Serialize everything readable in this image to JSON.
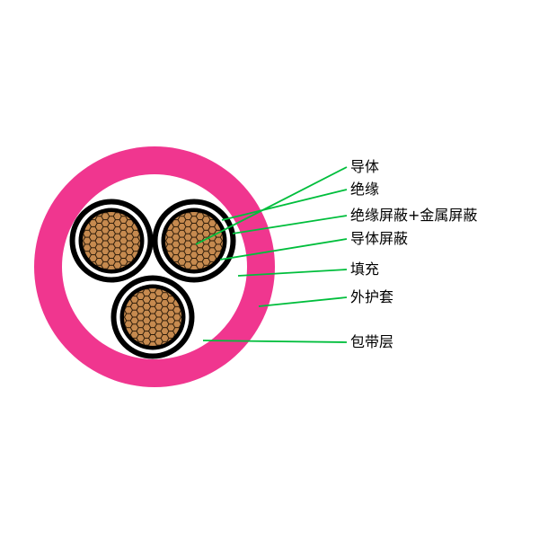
{
  "diagram": {
    "labels": [
      {
        "text": "导体"
      },
      {
        "text": "绝缘"
      },
      {
        "text": "绝缘屏蔽+金属屏蔽"
      },
      {
        "text": "导体屏蔽"
      },
      {
        "text": "填充"
      },
      {
        "text": "外护套"
      },
      {
        "text": "包带层"
      }
    ],
    "colors": {
      "sheath_pink": "#F0368F",
      "filler_white": "#FFFFFF",
      "shield_black": "#000000",
      "conductor_tan": "#C68A4F",
      "strand_line": "#2B1A08",
      "leader_green": "#00BE3C"
    }
  }
}
